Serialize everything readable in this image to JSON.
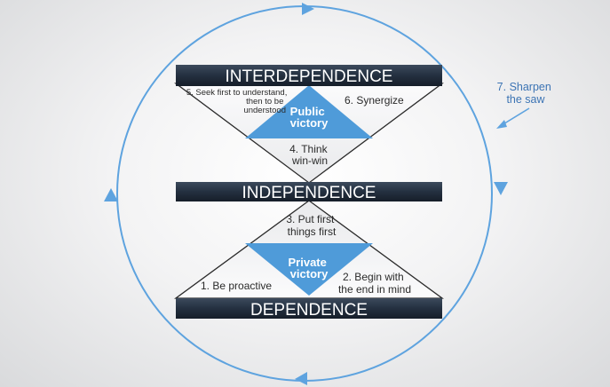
{
  "title_interdependence": "INTERDEPENDENCE",
  "title_independence": "INDEPENDENCE",
  "title_dependence": "DEPENDENCE",
  "public_victory": [
    "Public",
    "victory"
  ],
  "private_victory": [
    "Private",
    "victory"
  ],
  "habits": {
    "h1": "1. Be proactive",
    "h2": [
      "2. Begin with",
      "the end in mind"
    ],
    "h3": [
      "3. Put first",
      "things first"
    ],
    "h4": [
      "4. Think",
      "win-win"
    ],
    "h5": [
      "5. Seek first  to understand,",
      "then to be",
      "understood"
    ],
    "h6": "6. Synergize",
    "h7": [
      "7. Sharpen",
      "the saw"
    ]
  },
  "colors": {
    "bar": "#243040",
    "triangle": "#4f9bd9",
    "circle": "#5ea3df",
    "arrow_text": "#3c74b4"
  }
}
